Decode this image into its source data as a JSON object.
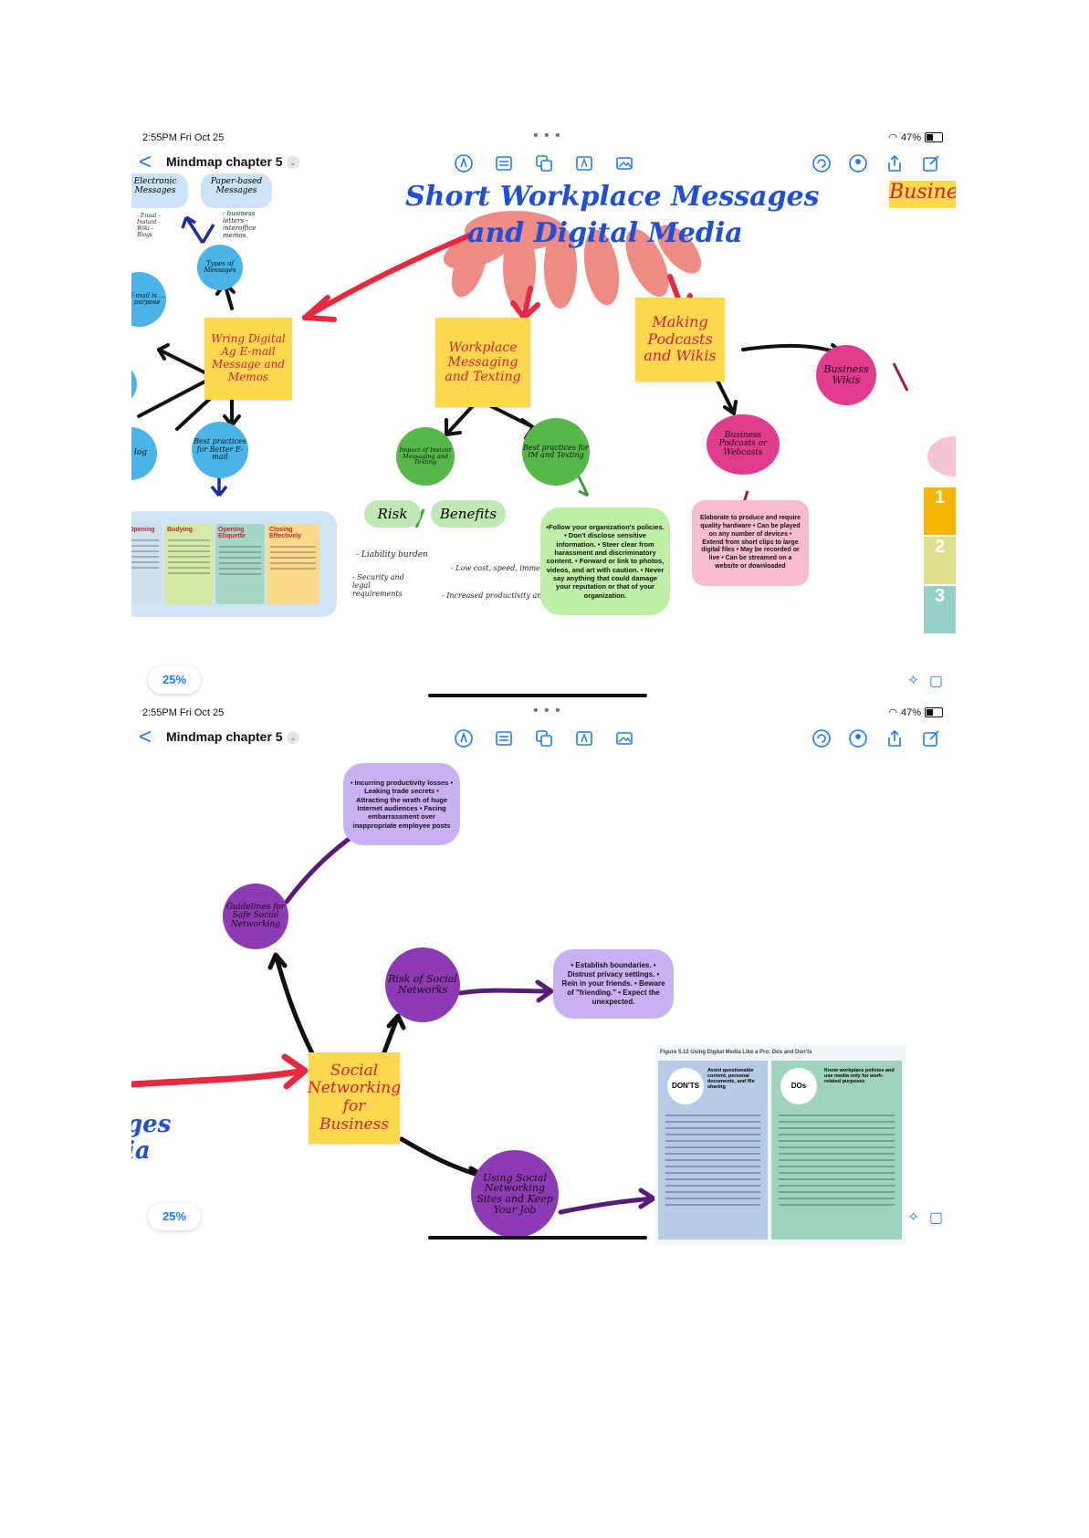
{
  "status": {
    "time": "2:55PM  Fri Oct 25",
    "battery": "47%"
  },
  "app": {
    "back": "<",
    "title": "Mindmap chapter 5",
    "zoom": "25%"
  },
  "colors": {
    "accent": "#1e7cf2",
    "sticky": "#fbd84d",
    "red_text": "#d21f3c",
    "blue": "#48b4e8",
    "green": "#55b848",
    "pink": "#e23b8c",
    "purple": "#8e3ab4"
  },
  "toolbar_icons": [
    "pen-icon",
    "text-list-icon",
    "shapes-icon",
    "textbox-icon",
    "image-icon",
    "undo-icon",
    "collaborate-icon",
    "share-icon",
    "compose-icon"
  ],
  "shot1": {
    "title_line1": "Short Workplace Messages",
    "title_line2": "and Digital Media",
    "corner_business": "Busines",
    "sticky_email": "Wring Digital Ag E-mail Message and Memos",
    "sticky_messaging": "Workplace Messaging and Texting",
    "sticky_podcasts": "Making Podcasts and Wikis",
    "electronic": "Electronic Messages",
    "paper": "Paper-based Messages",
    "paper_sub": "- business letters - interoffice memos",
    "electronic_sub": "- Email - Instant - Wiki - Blogs",
    "types": "Types of Messages",
    "email_purpose": "E-mail is ... purpose",
    "best_email": "Best practices for Better E-mail",
    "log": "log",
    "impact": "Impact of Instant Messaging and Texting",
    "best_im": "Best practices for IM and Texting",
    "risk": "Risk",
    "benefits": "Benefits",
    "risk_1": "- Liability burden",
    "risk_2": "- Security and legal requirements",
    "benefit_1": "- Low cost, speed, immediacy",
    "benefit_2": "- Increased productivity and efficiency",
    "im_note": "•Follow your organization's policies. • Don't disclose sensitive information. • Steer clear from harassment and discriminatory content. • Forward or link to photos, videos, and art with caution. • Never say anything that could damage your reputation or that of your organization.",
    "biz_podcasts": "Business Podcasts or Webcasts",
    "biz_wikis": "Business Wikis",
    "podcast_note": "Elaborate to produce and require quality hardware • Can be played on any number of devices • Extend from short clips to large digital files • May be recorded or live • Can be streamed on a website or downloaded",
    "table_headers": [
      "Opening",
      "Bodying",
      "Opening Etiquette",
      "Closing Effectively"
    ],
    "stack_numbers": [
      "1",
      "2",
      "3"
    ]
  },
  "shot2": {
    "sticky": "Social Networking for Business",
    "guidelines": "Guidelines for Safe Social Networking",
    "risk": "Risk of Social Networks",
    "using": "Using Social Networking Sites and Keep Your Job",
    "left_text": "ges ia",
    "guidelines_note": "• Incurring productivity losses • Leaking trade secrets • Attracting the wrath of huge Internet audiences • Facing embarrassment over inappropriate employee posts",
    "risk_note": "• Establish boundaries. • Distrust privacy settings. • Rein in your friends. • Beware of \"friending.\" • Expect the unexpected.",
    "figure_caption": "Figure 5.12 Using Digital Media Like a Pro: Dos and Don'ts",
    "donts": "DON'TS",
    "dos": "DOs",
    "donts_head": "Avoid questionable content, personal documents, and file sharing",
    "dos_head": "Know workplace policies and use media only for work-related purposes"
  }
}
